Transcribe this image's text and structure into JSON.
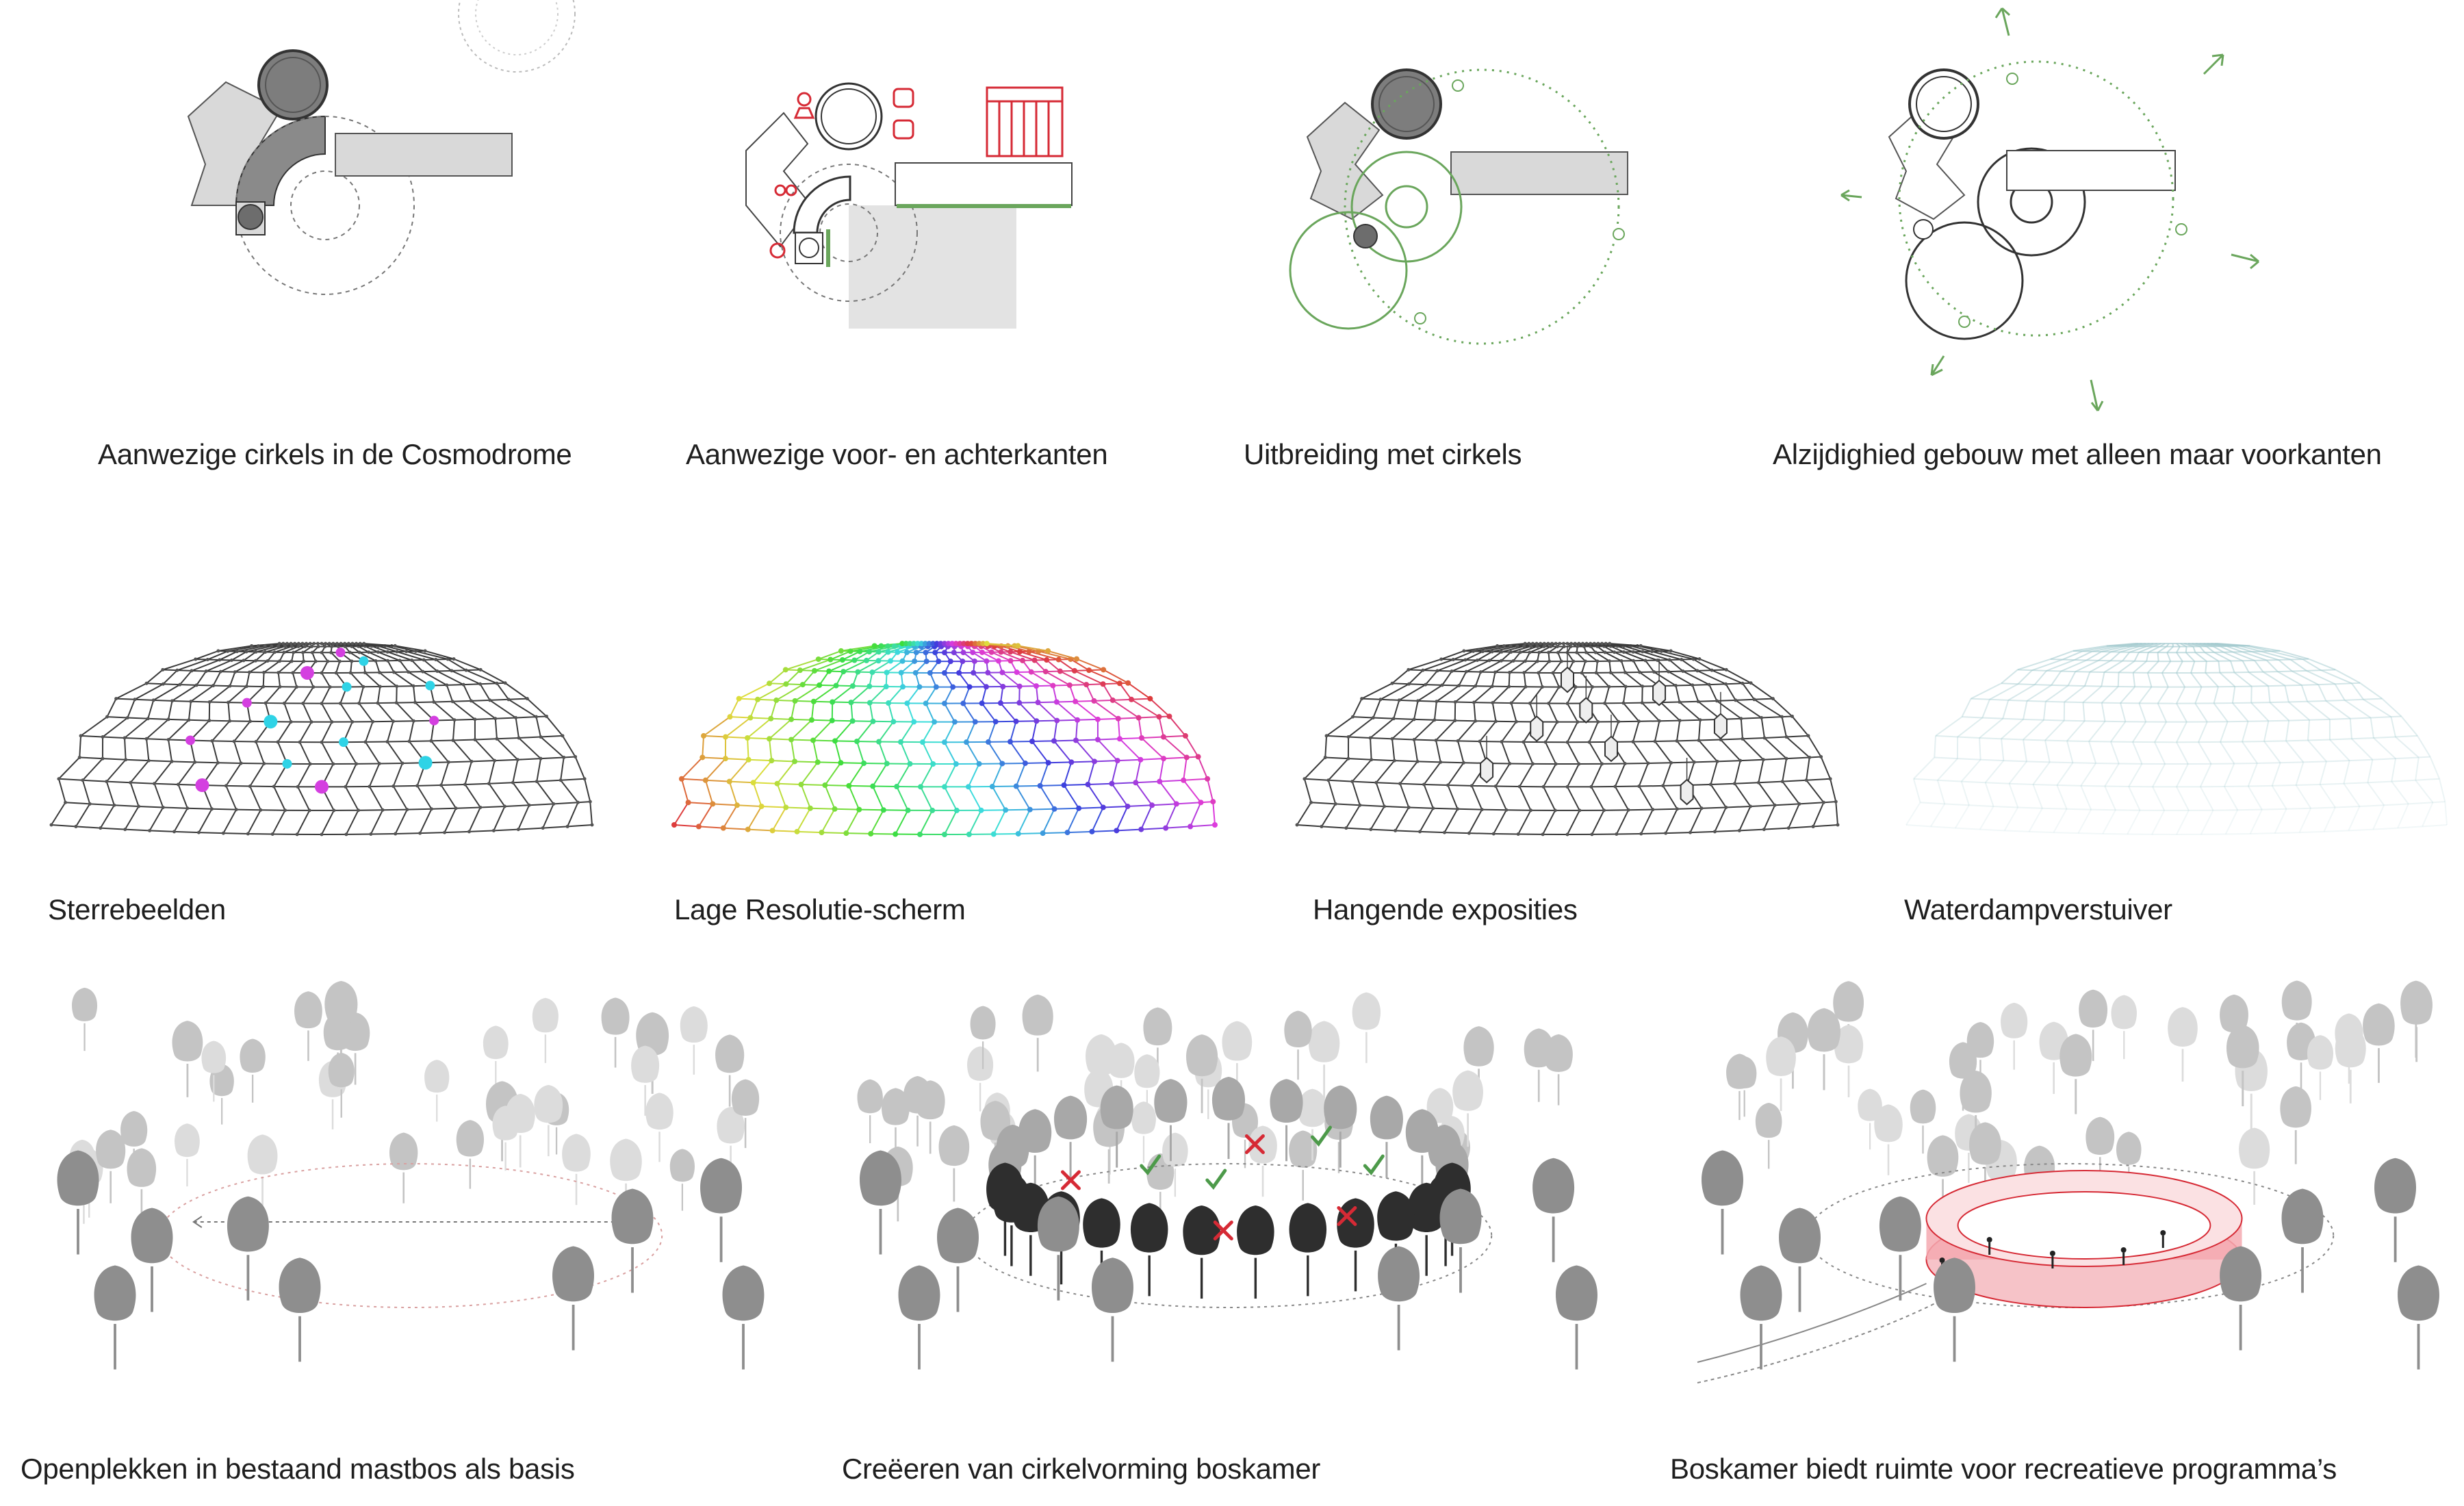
{
  "captions": {
    "row1": [
      "Aanwezige cirkels in de Cosmodrome",
      "Aanwezige voor- en achterkanten",
      "Uitbreiding met cirkels",
      "Alzijdighied gebouw met alleen maar voorkanten"
    ],
    "row2": [
      "Sterrebeelden",
      "Lage Resolutie-scherm",
      "Hangende exposities",
      "Waterdampverstuiver"
    ],
    "row3": [
      "Openplekken in bestaand mastbos als basis",
      "Creëeren van cirkelvorming boskamer",
      "Boskamer biedt ruimte voor recreatieve programma’s"
    ]
  },
  "colors": {
    "ink": "#2a2a2a",
    "grey_fill": "#d9d9d9",
    "dark_fill": "#7a7a7a",
    "red": "#d62a35",
    "green": "#6aa65c",
    "magenta": "#d43fe0",
    "cyan": "#2fd3e6",
    "tree_dark": "#2e2e2e",
    "tree_mid": "#9a9a9a",
    "tree_light": "#d6d6d6",
    "pavilion": "#f4a9b0"
  },
  "icons": [
    "arrow-icon",
    "cross-mark-icon",
    "check-mark-icon",
    "person-icon",
    "tree-icon"
  ]
}
